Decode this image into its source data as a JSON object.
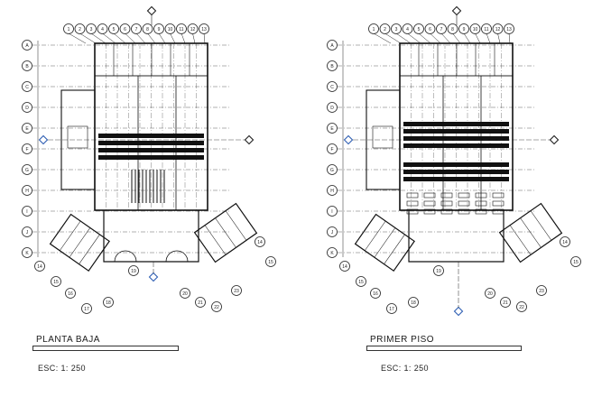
{
  "drawings": [
    {
      "id": "left",
      "title": "PLANTA BAJA",
      "scale": "ESC:  1: 250",
      "top_grid": [
        "1",
        "2",
        "3",
        "4",
        "5",
        "6",
        "7",
        "8",
        "9",
        "10",
        "11",
        "12",
        "13"
      ],
      "side_grid": [
        "A",
        "B",
        "C",
        "D",
        "E",
        "F",
        "G",
        "H",
        "I",
        "J",
        "K"
      ],
      "lower_tags": [
        "14",
        "15",
        "16",
        "17",
        "18",
        "19",
        "20",
        "21",
        "22",
        "23"
      ]
    },
    {
      "id": "right",
      "title": "PRIMER PISO",
      "scale": "ESC:  1: 250",
      "top_grid": [
        "1",
        "2",
        "3",
        "4",
        "5",
        "6",
        "7",
        "8",
        "9",
        "10",
        "11",
        "12",
        "13"
      ],
      "side_grid": [
        "A",
        "B",
        "C",
        "D",
        "E",
        "F",
        "G",
        "H",
        "I",
        "J",
        "K"
      ],
      "lower_tags": [
        "14",
        "15",
        "16",
        "17",
        "18",
        "19",
        "20",
        "21",
        "22",
        "23"
      ]
    }
  ],
  "colors": {
    "line": "#222222",
    "marker": "#2f5fb3",
    "hatch": "#111111"
  }
}
